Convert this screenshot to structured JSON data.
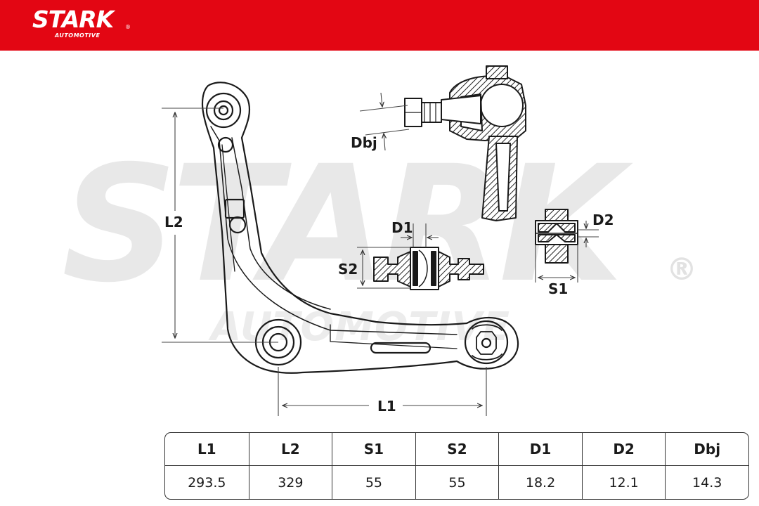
{
  "brand": {
    "name": "STARK",
    "sub": "AUTOMOTIVE",
    "registered_mark": "®",
    "header_color": "#e30613"
  },
  "watermark": {
    "big": "STARK",
    "small": "AUTOMOTIVE",
    "reg": "®"
  },
  "diagram": {
    "labels": {
      "l1": "L1",
      "l2": "L2",
      "s1": "S1",
      "s2": "S2",
      "d1": "D1",
      "d2": "D2",
      "dbj": "Dbj"
    }
  },
  "specs": {
    "headers": [
      "L1",
      "L2",
      "S1",
      "S2",
      "D1",
      "D2",
      "Dbj"
    ],
    "values": [
      "293.5",
      "329",
      "55",
      "55",
      "18.2",
      "12.1",
      "14.3"
    ]
  }
}
